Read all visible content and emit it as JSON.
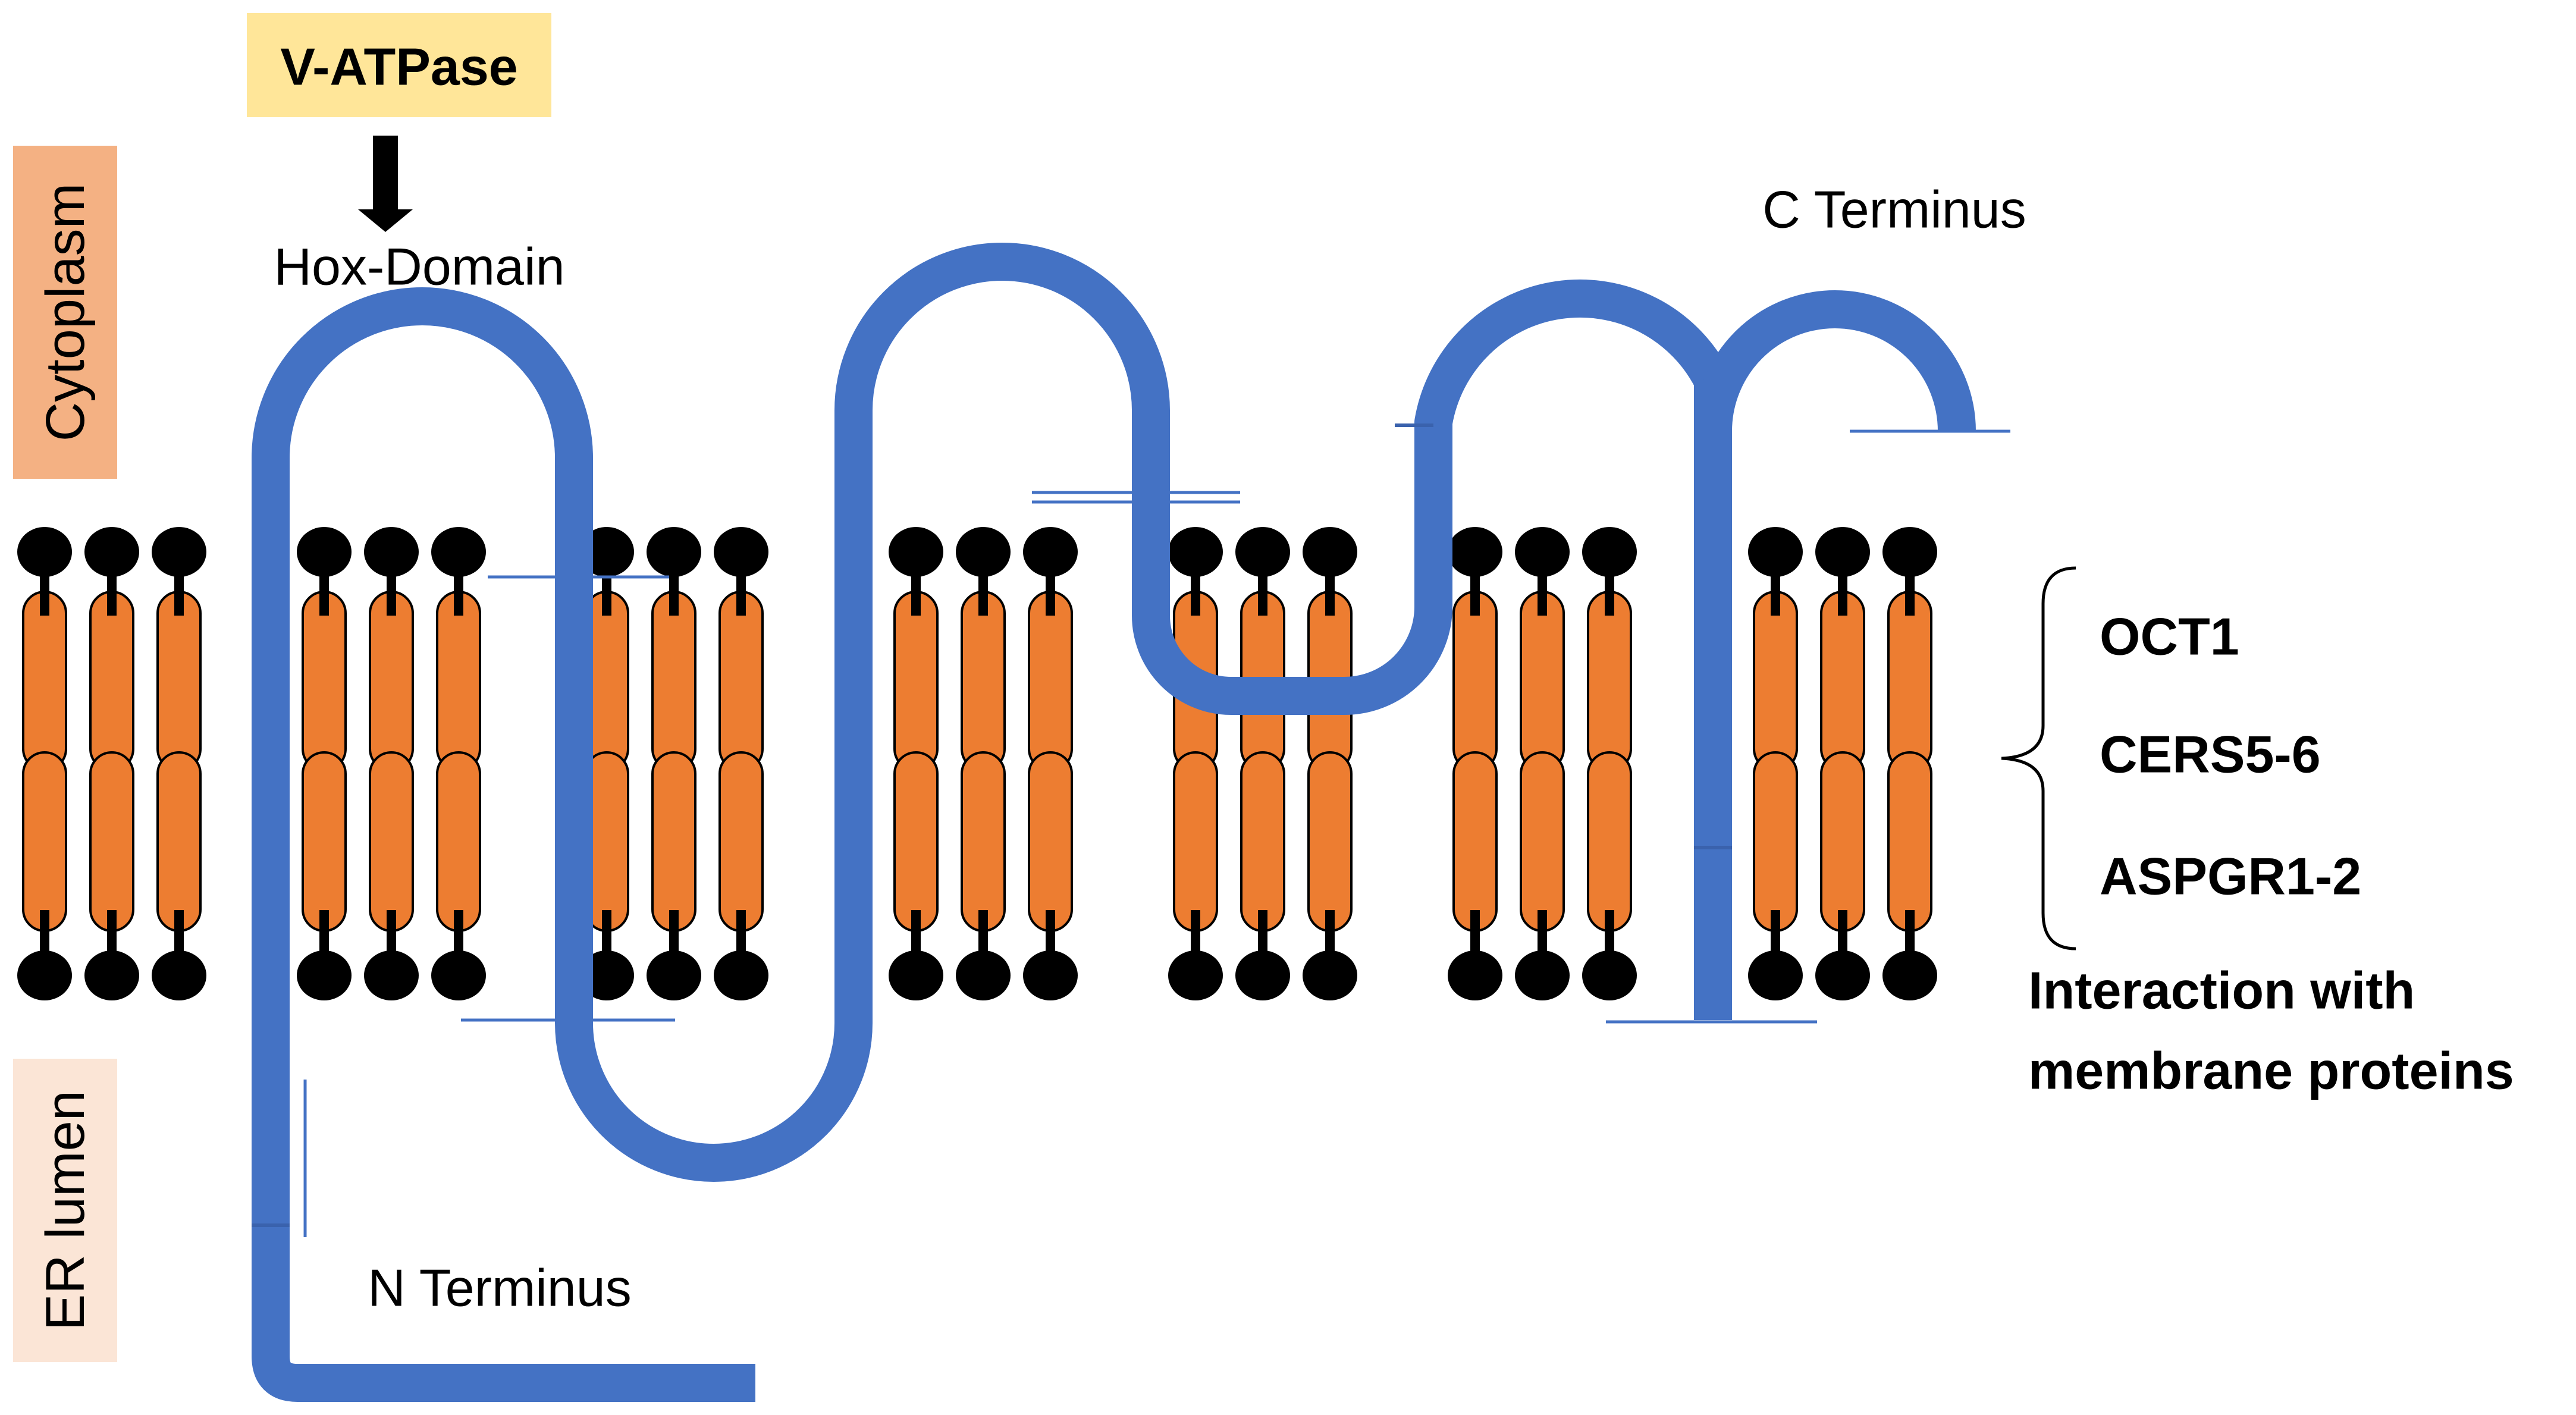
{
  "colors": {
    "background": "#ffffff",
    "protein": "#4472C4",
    "lipid_tail": "#ED7D31",
    "lipid_head": "#000000",
    "vatpase_box": "#FFE699",
    "cytoplasm_box": "#F4B183",
    "er_lumen_box": "#FBE5D6",
    "text": "#000000"
  },
  "labels": {
    "vatpase": "V-ATPase",
    "hox_domain": "Hox-Domain",
    "cytoplasm": "Cytoplasm",
    "er_lumen": "ER lumen",
    "c_terminus": "C Terminus",
    "n_terminus": "N Terminus"
  },
  "interactors": {
    "items": [
      "OCT1",
      "CERS5-6",
      "ASPGR1-2"
    ],
    "caption_line1": "Interaction with",
    "caption_line2": "membrane proteins"
  },
  "icons": {
    "arrow": "down-arrow-icon",
    "brace": "left-curly-brace-icon"
  }
}
